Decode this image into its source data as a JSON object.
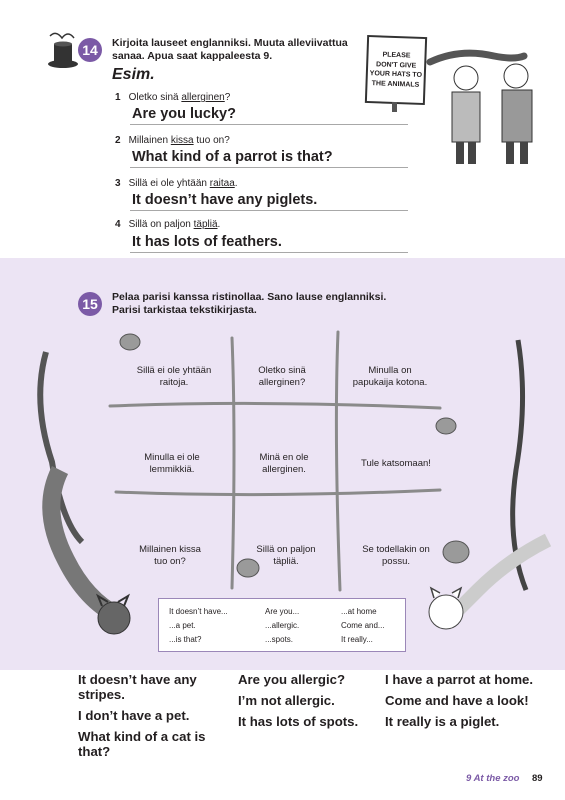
{
  "exercise14": {
    "number": "14",
    "instruction_line1": "Kirjoita lauseet englanniksi. Muuta alleviivattua",
    "instruction_line2": "sanaa. Apua saat kappaleesta 9.",
    "example_label": "Esim.",
    "items": [
      {
        "num": "1",
        "before": "Oletko sinä ",
        "underlined": "allerginen",
        "after": "?",
        "answer": "Are you lucky?"
      },
      {
        "num": "2",
        "before": "Millainen ",
        "underlined": "kissa",
        "after": " tuo on?",
        "answer": "What kind of a parrot is that?"
      },
      {
        "num": "3",
        "before": "Sillä ei ole yhtään ",
        "underlined": "raitaa",
        "after": ".",
        "answer": "It doesn’t have any piglets."
      },
      {
        "num": "4",
        "before": "Sillä on paljon ",
        "underlined": "täpliä",
        "after": ".",
        "answer": "It has lots of feathers."
      }
    ],
    "sign_lines": [
      "PLEASE",
      "DON'T GIVE",
      "YOUR HATS TO",
      "THE ANIMALS"
    ]
  },
  "exercise15": {
    "number": "15",
    "instruction_line1": "Pelaa parisi kanssa ristinollaa. Sano lause englanniksi.",
    "instruction_line2": "Parisi tarkistaa tekstikirjasta.",
    "grid": [
      [
        "Sillä ei ole yhtään\nraitoja.",
        "Oletko sinä\nallerginen?",
        "Minulla on\npapukaija kotona."
      ],
      [
        "Minulla ei ole\nlemmikkiä.",
        "Minä en ole\nallerginen.",
        "Tule katsomaan!"
      ],
      [
        "Millainen kissa\ntuo on?",
        "Sillä on paljon\ntäpliä.",
        "Se todellakin on\npossu."
      ]
    ],
    "hints": [
      [
        "It doesn’t have...",
        "Are you...",
        "...at home"
      ],
      [
        "...a pet.",
        "...allergic.",
        "Come and..."
      ],
      [
        "...is that?",
        "...spots.",
        "It really..."
      ]
    ]
  },
  "answers": {
    "col1": [
      "It doesn’t have any stripes.",
      "I don’t have a pet.",
      "What kind of a cat is that?"
    ],
    "col2": [
      "Are you allergic?",
      "I’m not allergic.",
      "It has lots of spots."
    ],
    "col3": [
      "I have a parrot at home.",
      "Come and have a look!",
      "It really is a piglet."
    ]
  },
  "footer": {
    "chapter": "9 At the zoo",
    "page": "89"
  },
  "colors": {
    "accent": "#7b5aa6",
    "band": "#ece4f4"
  }
}
